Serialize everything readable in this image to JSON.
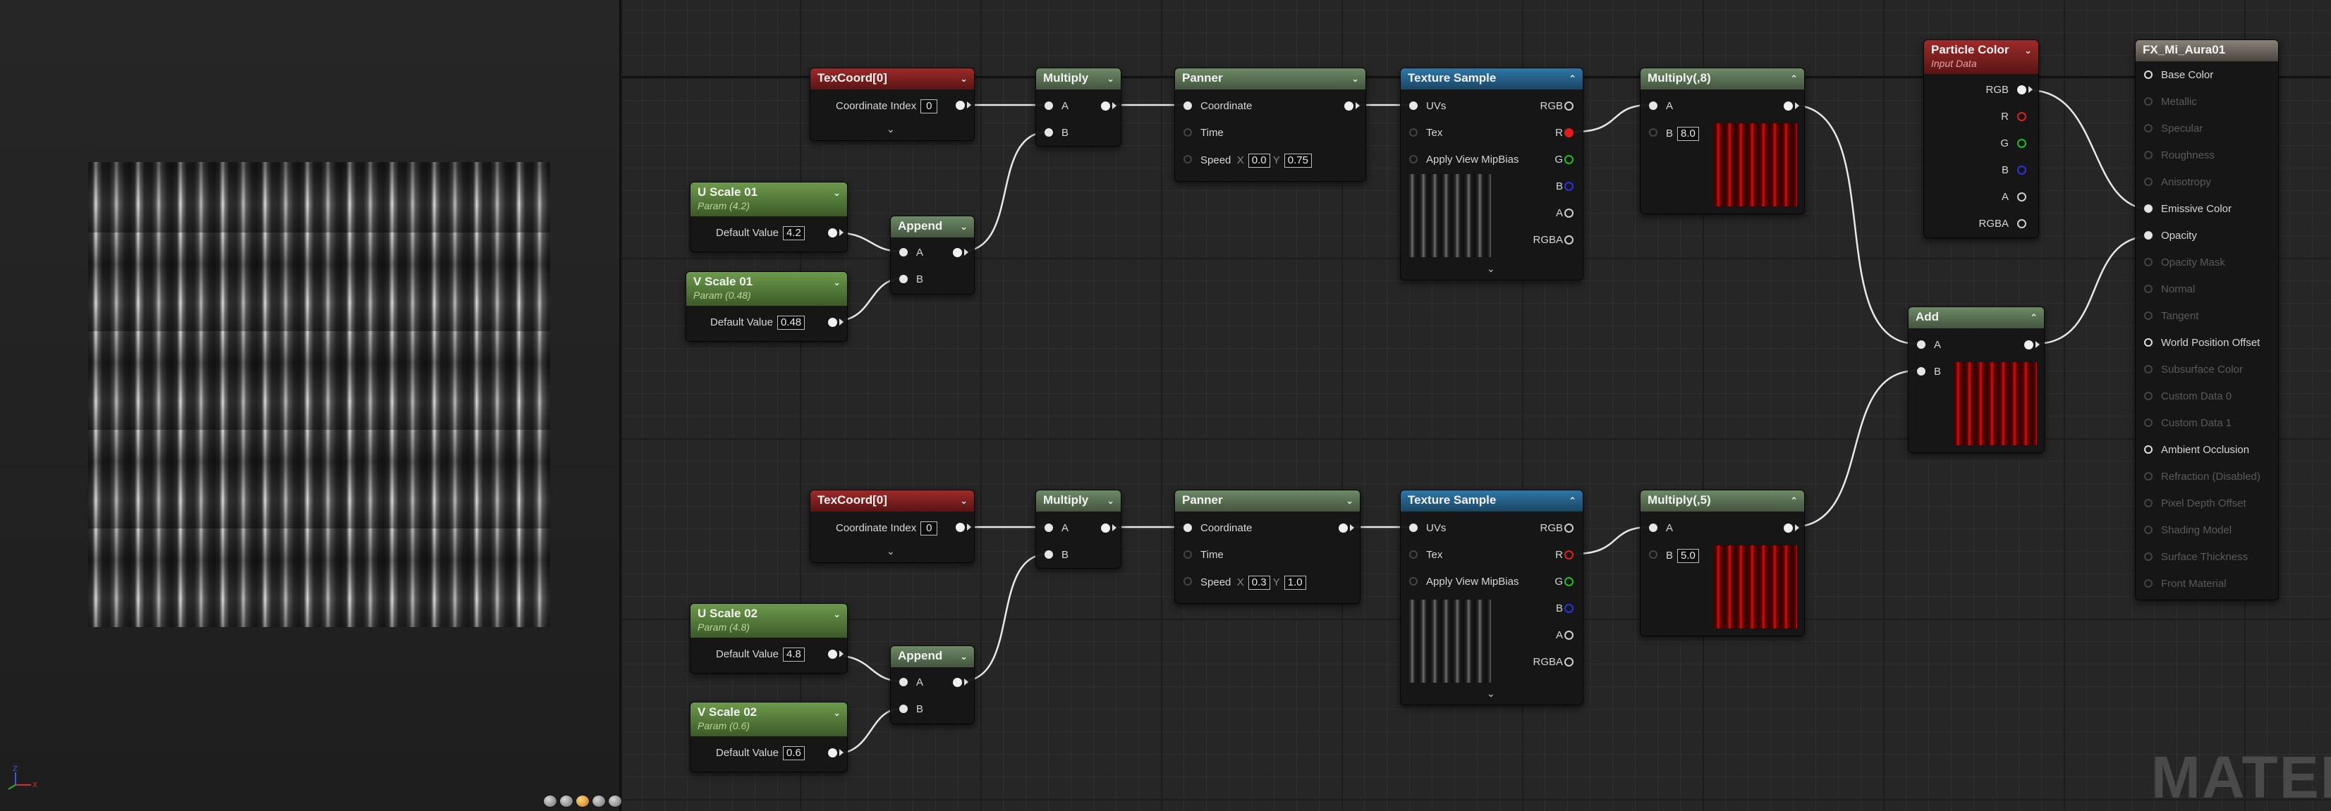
{
  "colors": {
    "header_texcoord": "#9e2a2a",
    "header_param": "#6e9a4c",
    "header_math": "#6d8a66",
    "header_texture": "#2e77a8",
    "header_result": "#8a8278",
    "wire": "#e8e8e8"
  },
  "icons": {
    "axis_gizmo": "xyz-axis-gizmo-icon",
    "preview_buttons": [
      "cylinder-icon",
      "sphere-icon",
      "plane-icon",
      "cube-icon",
      "teapot-icon"
    ]
  },
  "watermark": "MATERIAL",
  "nodes": {
    "texcoord1": {
      "title": "TexCoord[0]",
      "label": "Coordinate Index",
      "value": "0"
    },
    "texcoord2": {
      "title": "TexCoord[0]",
      "label": "Coordinate Index",
      "value": "0"
    },
    "uscale1": {
      "title": "U Scale 01",
      "subtitle": "Param (4.2)",
      "label": "Default Value",
      "value": "4.2"
    },
    "vscale1": {
      "title": "V Scale 01",
      "subtitle": "Param (0.48)",
      "label": "Default Value",
      "value": "0.48"
    },
    "uscale2": {
      "title": "U Scale 02",
      "subtitle": "Param (4.8)",
      "label": "Default Value",
      "value": "4.8"
    },
    "vscale2": {
      "title": "V Scale 02",
      "subtitle": "Param (0.6)",
      "label": "Default Value",
      "value": "0.6"
    },
    "append1": {
      "title": "Append",
      "a": "A",
      "b": "B"
    },
    "append2": {
      "title": "Append",
      "a": "A",
      "b": "B"
    },
    "multiply1": {
      "title": "Multiply",
      "a": "A",
      "b": "B"
    },
    "multiply2": {
      "title": "Multiply",
      "a": "A",
      "b": "B"
    },
    "panner1": {
      "title": "Panner",
      "coord": "Coordinate",
      "time": "Time",
      "speed": "Speed",
      "x_label": "X",
      "x": "0.0",
      "y_label": "Y",
      "y": "0.75"
    },
    "panner2": {
      "title": "Panner",
      "coord": "Coordinate",
      "time": "Time",
      "speed": "Speed",
      "x_label": "X",
      "x": "0.3",
      "y_label": "Y",
      "y": "1.0"
    },
    "texsample1": {
      "title": "Texture Sample",
      "uvs": "UVs",
      "tex": "Tex",
      "mip": "Apply View MipBias",
      "rgb": "RGB",
      "r": "R",
      "g": "G",
      "b": "B",
      "a": "A",
      "rgba": "RGBA"
    },
    "texsample2": {
      "title": "Texture Sample",
      "uvs": "UVs",
      "tex": "Tex",
      "mip": "Apply View MipBias",
      "rgb": "RGB",
      "r": "R",
      "g": "G",
      "b": "B",
      "a": "A",
      "rgba": "RGBA"
    },
    "mult8": {
      "title": "Multiply(,8)",
      "a": "A",
      "b": "B",
      "value": "8.0"
    },
    "mult5": {
      "title": "Multiply(,5)",
      "a": "A",
      "b": "B",
      "value": "5.0"
    },
    "add": {
      "title": "Add",
      "a": "A",
      "b": "B"
    },
    "particlecolor": {
      "title": "Particle Color",
      "subtitle": "Input Data",
      "rgb": "RGB",
      "r": "R",
      "g": "G",
      "b": "B",
      "a": "A",
      "rgba": "RGBA"
    },
    "result": {
      "title": "FX_Mi_Aura01",
      "inputs": [
        {
          "label": "Base Color",
          "enabled": true
        },
        {
          "label": "Metallic",
          "enabled": false
        },
        {
          "label": "Specular",
          "enabled": false
        },
        {
          "label": "Roughness",
          "enabled": false
        },
        {
          "label": "Anisotropy",
          "enabled": false
        },
        {
          "label": "Emissive Color",
          "enabled": true
        },
        {
          "label": "Opacity",
          "enabled": true
        },
        {
          "label": "Opacity Mask",
          "enabled": false
        },
        {
          "label": "Normal",
          "enabled": false
        },
        {
          "label": "Tangent",
          "enabled": false
        },
        {
          "label": "World Position Offset",
          "enabled": true
        },
        {
          "label": "Subsurface Color",
          "enabled": false
        },
        {
          "label": "Custom Data 0",
          "enabled": false
        },
        {
          "label": "Custom Data 1",
          "enabled": false
        },
        {
          "label": "Ambient Occlusion",
          "enabled": true
        },
        {
          "label": "Refraction (Disabled)",
          "enabled": false
        },
        {
          "label": "Pixel Depth Offset",
          "enabled": false
        },
        {
          "label": "Shading Model",
          "enabled": false
        },
        {
          "label": "Surface Thickness",
          "enabled": false
        },
        {
          "label": "Front Material",
          "enabled": false
        }
      ]
    }
  }
}
